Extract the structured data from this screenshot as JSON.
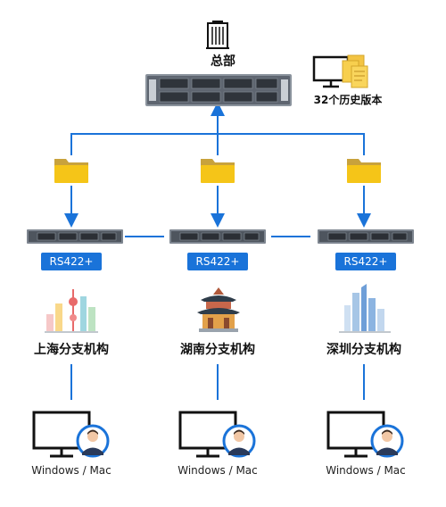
{
  "headquarters": {
    "label": "总部"
  },
  "versions": {
    "label": "32个历史版本"
  },
  "branches": [
    {
      "tag": "RS422+",
      "name": "上海分支机构",
      "client": "Windows / Mac"
    },
    {
      "tag": "RS422+",
      "name": "湖南分支机构",
      "client": "Windows / Mac"
    },
    {
      "tag": "RS422+",
      "name": "深圳分支机构",
      "client": "Windows / Mac"
    }
  ],
  "colors": {
    "accent": "#1a73d9",
    "folder": "#f5c518",
    "folder_tab": "#c8a23c",
    "server": "#6f7782"
  }
}
